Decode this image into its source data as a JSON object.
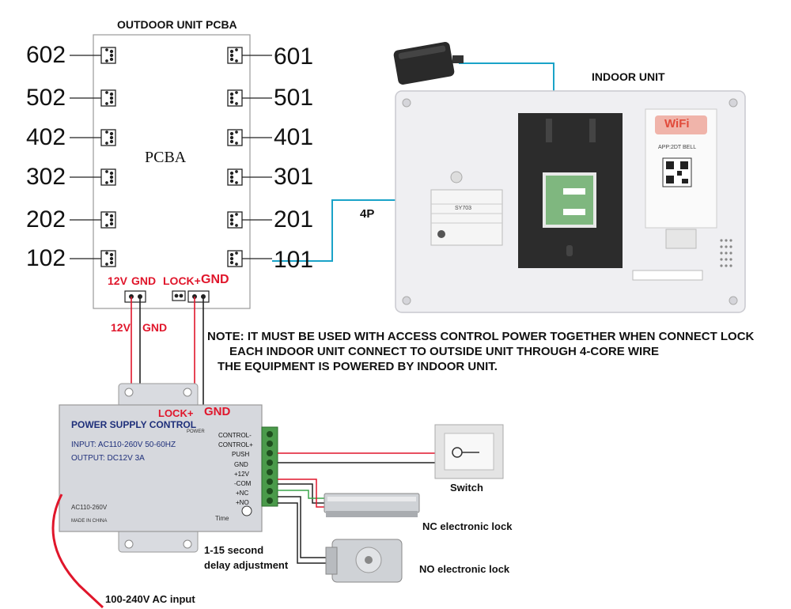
{
  "outdoor": {
    "title": "OUTDOOR UNIT PCBA",
    "pcba_label": "PCBA",
    "left_ports": [
      "602",
      "502",
      "402",
      "302",
      "202",
      "102"
    ],
    "right_ports": [
      "601",
      "501",
      "401",
      "301",
      "201",
      "101"
    ],
    "bottom_labels": {
      "v12": "12V",
      "gnd": "GND",
      "lock": "LOCK+",
      "gnd2": "GND"
    }
  },
  "indoor": {
    "title": "INDOOR UNIT",
    "wifi": "WiFi",
    "app_label": "APP:2DT BELL",
    "model_label": "SY703",
    "cable_label": "4P"
  },
  "wires": {
    "v12": "12V",
    "gnd": "GND"
  },
  "note": {
    "line1": "NOTE: IT MUST BE USED WITH ACCESS CONTROL POWER TOGETHER WHEN CONNECT LOCK",
    "line2": "EACH INDOOR UNIT CONNECT TO OUTSIDE UNIT THROUGH 4-CORE WIRE",
    "line3": "THE EQUIPMENT IS POWERED BY INDOOR UNIT."
  },
  "power_supply": {
    "title": "POWER SUPPLY CONTROL",
    "input": "INPUT: AC110-260V 50-60HZ",
    "output": "OUTPUT: DC12V  3A",
    "ac": "AC110-260V",
    "made": "MADE IN CHINA",
    "time": "Time",
    "power": "POWER",
    "lock_label": "LOCK+",
    "gnd_label": "GND",
    "terminals": [
      "CONTROL-",
      "CONTROL+",
      "PUSH",
      "GND",
      "+12V",
      "-COM",
      "+NC",
      "+NO"
    ]
  },
  "devices": {
    "switch": "Switch",
    "nc_lock": "NC electronic lock",
    "no_lock": "NO electronic lock",
    "delay": "1-15 second\ndelay adjustment",
    "ac_input": "100-240V AC input"
  }
}
